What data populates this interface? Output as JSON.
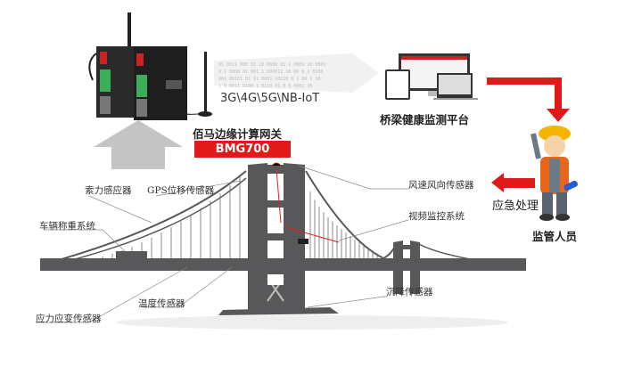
{
  "gateway": {
    "name": "佰马边缘计算网关",
    "model": "BMG700"
  },
  "network": {
    "label": "3G\\4G\\5G\\NB-IoT"
  },
  "platform": {
    "name": "桥梁健康监测平台"
  },
  "personnel": {
    "label": "监管人员",
    "action": "应急处理"
  },
  "sensors": {
    "cable_force": "索力感应器",
    "gps": "GPS位移传感器",
    "wind": "风速风向传感器",
    "video": "视频监控系统",
    "weighing": "车辆称重系统",
    "settlement": "沉降传感器",
    "temperature": "温度传感器",
    "strain": "应力应变传感器"
  },
  "colors": {
    "accent": "#e01a1a",
    "bridge": "#58585a",
    "arrow_gray": "#c4c4c4"
  }
}
